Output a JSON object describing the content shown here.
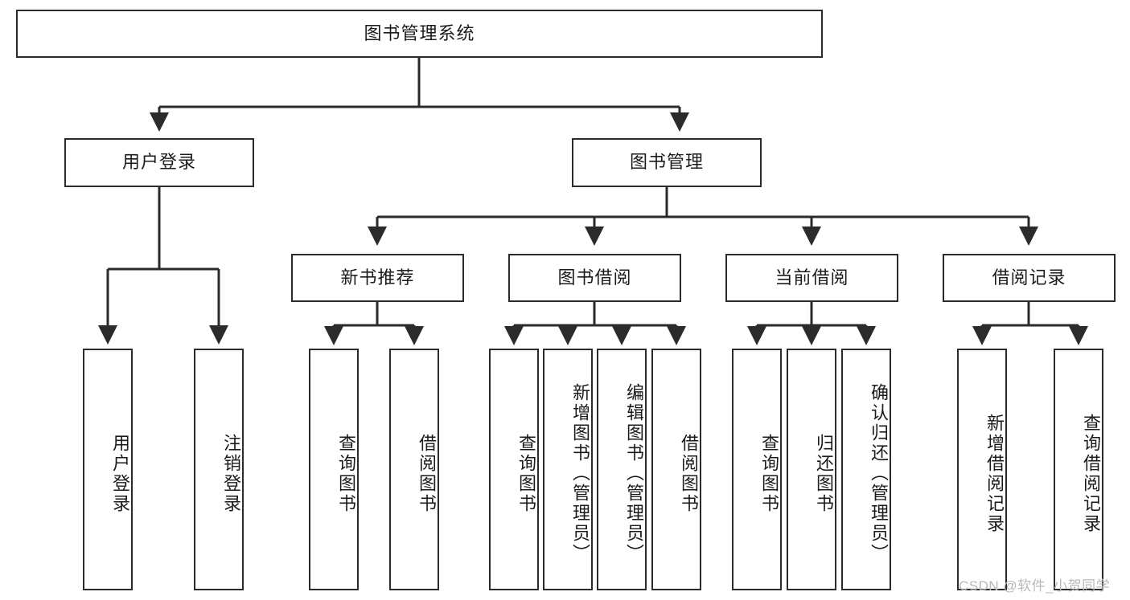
{
  "diagram": {
    "title": "图书管理系统",
    "type": "hierarchy-tree",
    "background_color": "#ffffff",
    "node_border_color": "#2b2b2b",
    "node_fill_color": "#ffffff",
    "edge_color": "#2b2b2b",
    "levels": {
      "root": {
        "label": "图书管理系统"
      },
      "level2": [
        {
          "label": "用户登录"
        },
        {
          "label": "图书管理"
        }
      ],
      "level3": [
        {
          "label": "新书推荐"
        },
        {
          "label": "图书借阅"
        },
        {
          "label": "当前借阅"
        },
        {
          "label": "借阅记录"
        }
      ],
      "leaves": {
        "user_login": [
          {
            "label": "用户登录"
          },
          {
            "label": "注销登录"
          }
        ],
        "new_book_recommend": [
          {
            "label": "查询图书"
          },
          {
            "label": "借阅图书"
          }
        ],
        "book_borrow": [
          {
            "label": "查询图书"
          },
          {
            "label": "新增图书（管理员）"
          },
          {
            "label": "编辑图书（管理员）"
          },
          {
            "label": "借阅图书"
          }
        ],
        "current_borrow": [
          {
            "label": "查询图书"
          },
          {
            "label": "归还图书"
          },
          {
            "label": "确认归还（管理员）"
          }
        ],
        "borrow_record": [
          {
            "label": "新增借阅记录"
          },
          {
            "label": "查询借阅记录"
          }
        ]
      }
    }
  },
  "watermark": {
    "text": "CSDN @软件_小贺同学",
    "color": "#b9b9b9"
  }
}
